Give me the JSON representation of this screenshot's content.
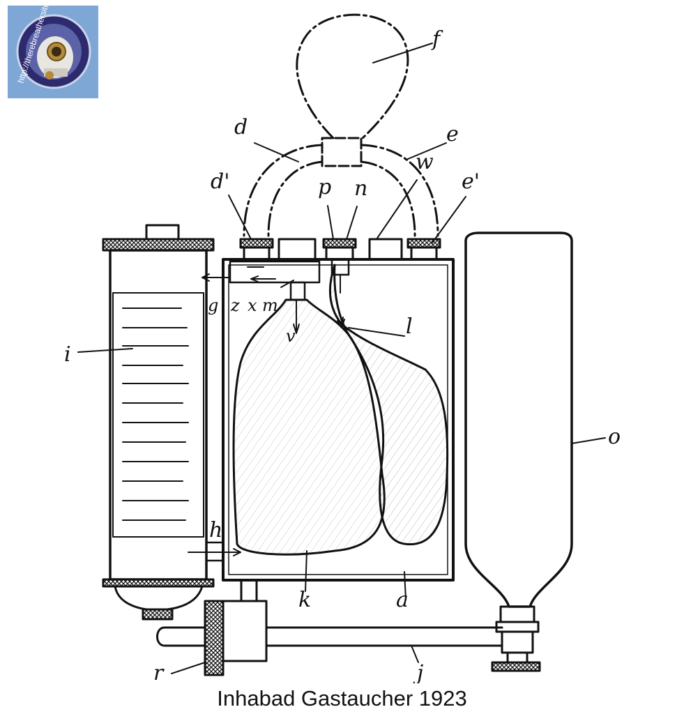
{
  "logo": {
    "url_text": "http://therebreathersite.nl",
    "icon": "diver-helmet-icon",
    "bg_color": "#7fa7d6"
  },
  "caption": "Inhabad Gastaucher 1923",
  "labels": {
    "f": "f",
    "d": "d",
    "e": "e",
    "w": "w",
    "d_prime": "d'",
    "p": "p",
    "n": "n",
    "e_prime": "e'",
    "g": "g",
    "z": "z",
    "x": "x",
    "m": "m",
    "v": "v",
    "l": "l",
    "i": "i",
    "o": "o",
    "h": "h",
    "k": "k",
    "a": "a",
    "r": "r",
    "j": "j"
  }
}
